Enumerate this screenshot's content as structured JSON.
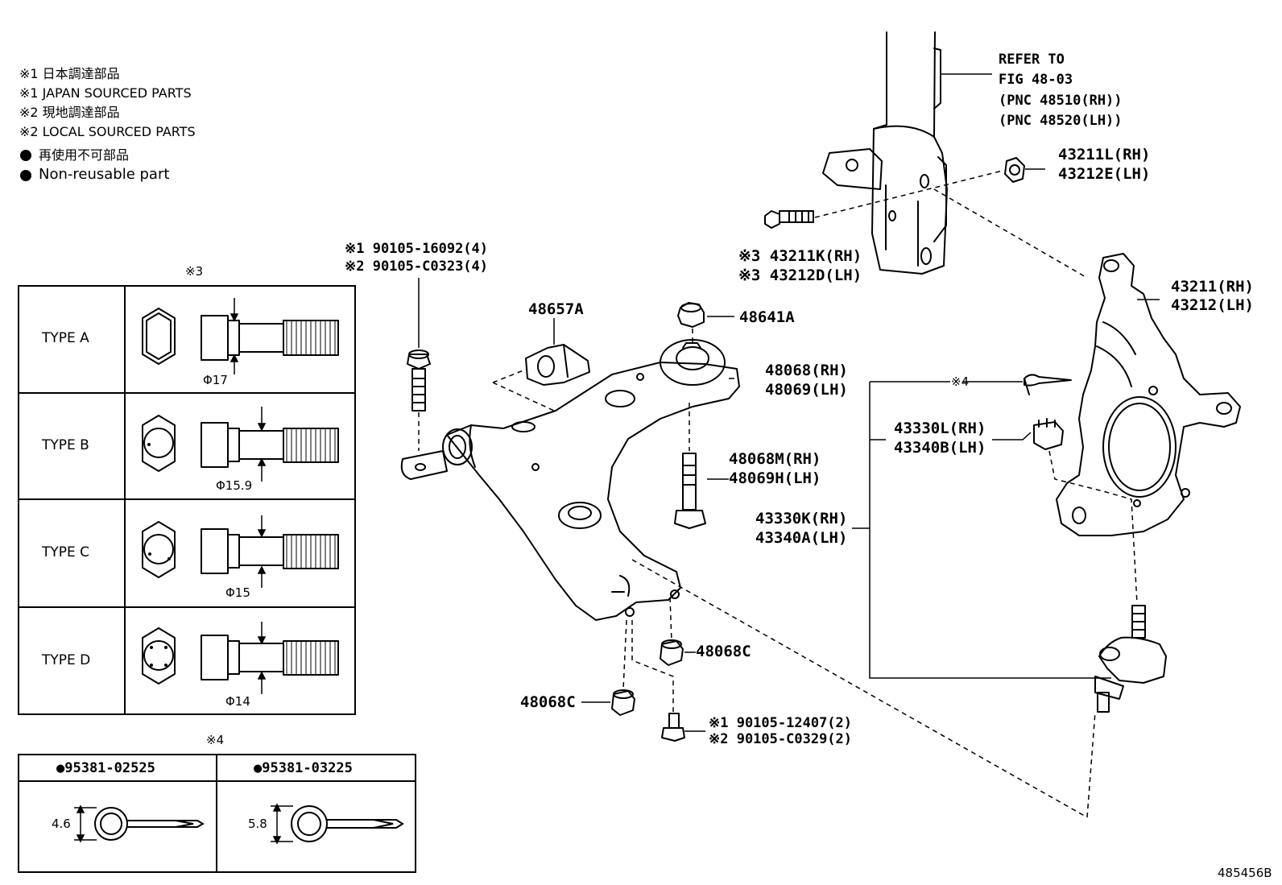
{
  "legend": {
    "note1_jp": "※1 日本調達部品",
    "note1_en": "※1 JAPAN SOURCED PARTS",
    "note2_jp": "※2 現地調達部品",
    "note2_en": "※2 LOCAL SOURCED PARTS",
    "nonreuse_jp": "再使用不可部品",
    "nonreuse_en": "Non-reusable part"
  },
  "table3": {
    "title": "※3",
    "rows": [
      {
        "type": "TYPE A",
        "dim": "Φ17"
      },
      {
        "type": "TYPE B",
        "dim": "Φ15.9"
      },
      {
        "type": "TYPE C",
        "dim": "Φ15"
      },
      {
        "type": "TYPE D",
        "dim": "Φ14"
      }
    ]
  },
  "table4": {
    "title": "※4",
    "cols": [
      {
        "part": "●95381-02525",
        "dim": "4.6"
      },
      {
        "part": "●95381-03225",
        "dim": "5.8"
      }
    ]
  },
  "labels": {
    "refer1": "REFER TO",
    "refer2": "FIG 48-03",
    "refer3": "(PNC 48510(RH))",
    "refer4": "(PNC 48520(LH))",
    "p43211L": "43211L(RH)",
    "p43212E": "43212E(LH)",
    "p43211K": "※3 43211K(RH)",
    "p43212D": "※3 43212D(LH)",
    "p43211": "43211(RH)",
    "p43212": "43212(LH)",
    "bolt1": "※1 90105-16092(4)",
    "bolt2": "※2 90105-C0323(4)",
    "p48657A": "48657A",
    "p48641A": "48641A",
    "p48068": "48068(RH)",
    "p48069": "48069(LH)",
    "p48068M": "48068M(RH)",
    "p48069H": "48069H(LH)",
    "x4": "※4",
    "p43330L": "43330L(RH)",
    "p43340B": "43340B(LH)",
    "p43330K": "43330K(RH)",
    "p43340A": "43340A(LH)",
    "p48068C_a": "48068C",
    "p48068C_b": "48068C",
    "bolt3": "※1 90105-12407(2)",
    "bolt4": "※2 90105-C0329(2)",
    "fig": "485456B"
  },
  "colors": {
    "line": "#000000",
    "bg": "#ffffff"
  }
}
